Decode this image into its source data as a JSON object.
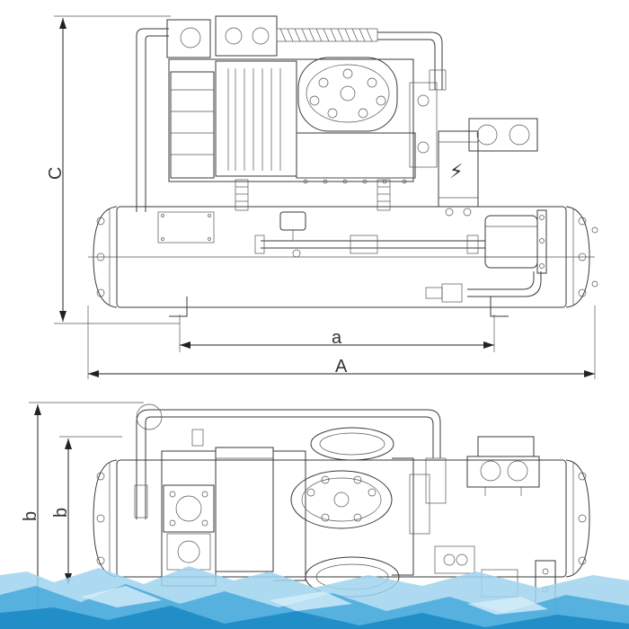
{
  "top_view": {
    "dimension_labels": {
      "height": "C",
      "mount_spacing": "a",
      "overall_length": "A"
    },
    "hazard_symbol": "⚡"
  },
  "bottom_view": {
    "dimension_labels": {
      "outer_height": "b",
      "inner_height": "b"
    }
  },
  "colors": {
    "line": "#3a3a3a",
    "background": "#ffffff",
    "water_dark": "#1d8bc4",
    "water_light": "#7cc4e6"
  }
}
